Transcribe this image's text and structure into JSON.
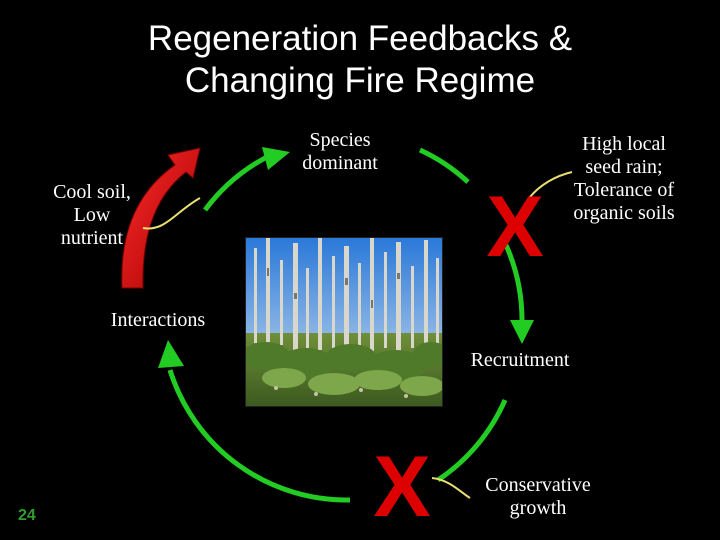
{
  "title": {
    "line1": "Regeneration Feedbacks &",
    "line2": "Changing Fire Regime"
  },
  "labels": {
    "species_dominant": [
      "Species",
      "dominant"
    ],
    "cool_soil": [
      "Cool soil,",
      "Low",
      "nutrient"
    ],
    "high_local": [
      "High local",
      "seed rain;",
      "Tolerance of",
      "organic soils"
    ],
    "interactions": "Interactions",
    "recruitment": "Recruitment",
    "conservative": [
      "Conservative",
      "growth"
    ]
  },
  "markers": {
    "x_top": "X",
    "x_bottom": "X"
  },
  "page_number": "24",
  "colors": {
    "background": "#000000",
    "cycle_arrow": "#22cc22",
    "feedback_arrow": "#e00000",
    "x_mark": "#dd0000",
    "connector": "#e8e070",
    "text": "#ffffff",
    "page_number": "#2f9e2f"
  },
  "photo": {
    "description_icon": "burned-forest-regrowth-photo"
  }
}
